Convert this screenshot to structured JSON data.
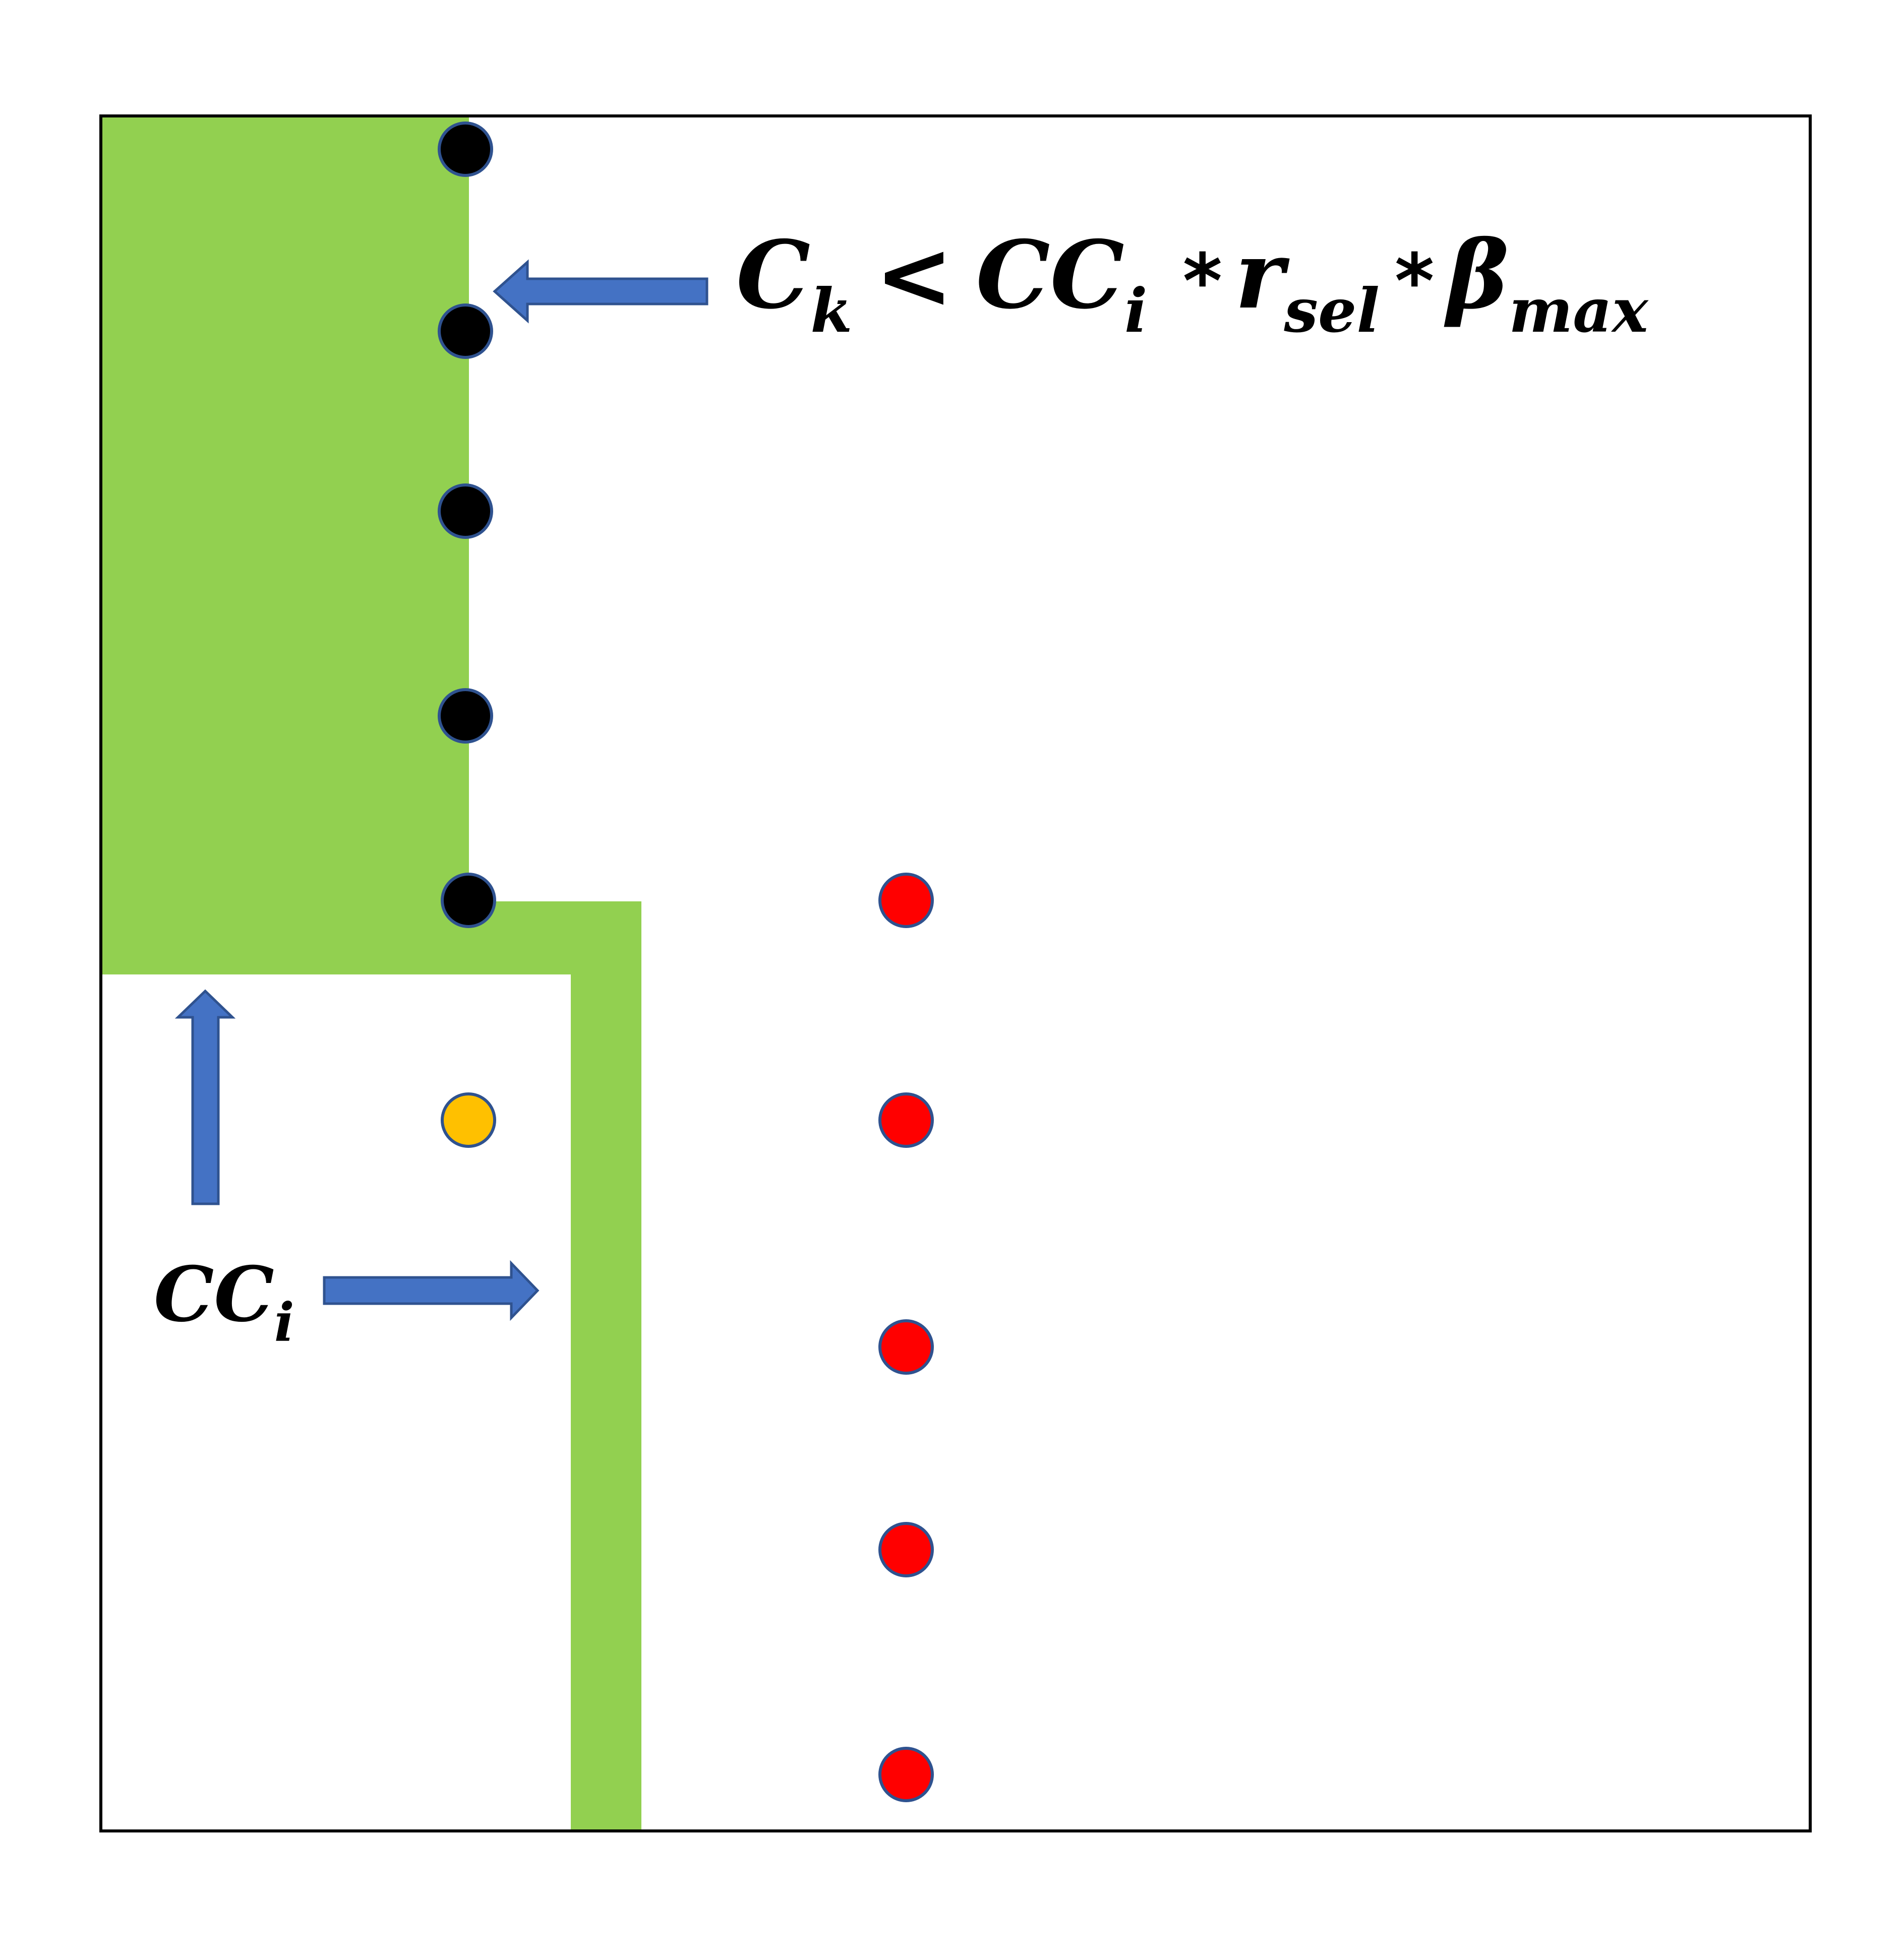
{
  "colors": {
    "green_region": "#92d050",
    "arrow_fill": "#4472c4",
    "arrow_stroke": "#2f528f",
    "black_point": "#000000",
    "red_point": "#ff0000",
    "yellow_point": "#ffc000",
    "point_stroke": "#2f528f",
    "frame": "#000000"
  },
  "formula": {
    "c": "C",
    "k": "k",
    "lt": "<",
    "cc": "CC",
    "i": "i",
    "star1": "*",
    "r": "r",
    "sel": "sel",
    "star2": "*",
    "beta": "β",
    "max": "max"
  },
  "cc_label": {
    "cc": "CC",
    "i": "i"
  },
  "points": {
    "black_count": 5,
    "red_count": 5,
    "yellow_count": 1
  }
}
